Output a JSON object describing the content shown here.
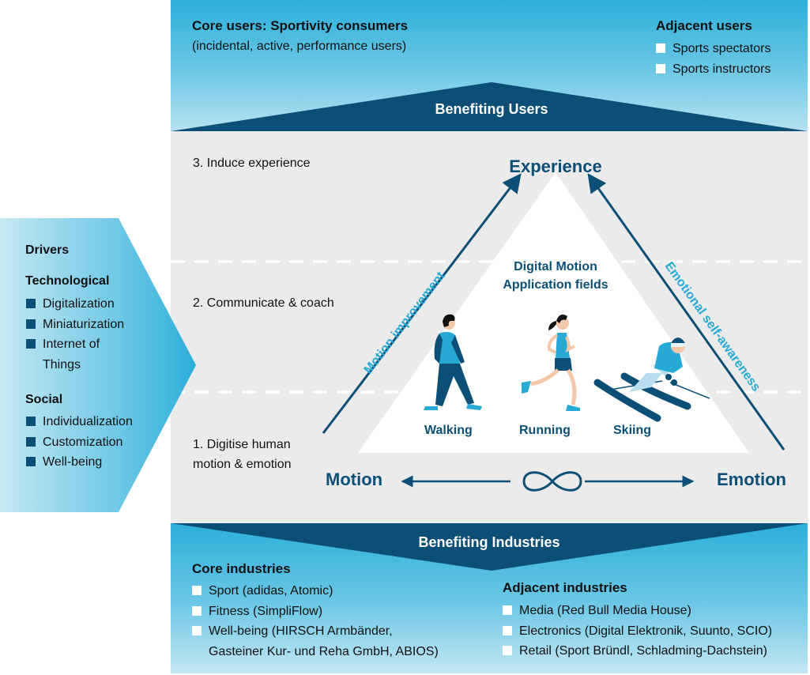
{
  "top": {
    "core_title": "Core users: Sportivity consumers",
    "core_subtitle": "(incidental, active, performance users)",
    "adjacent_title": "Adjacent users",
    "adjacent_items": [
      "Sports spectators",
      "Sports instructors"
    ],
    "banner": "Benefiting Users"
  },
  "drivers": {
    "title": "Drivers",
    "technological_title": "Technological",
    "technological_items": [
      "Digitalization",
      "Miniaturization",
      "Internet of",
      "Things"
    ],
    "social_title": "Social",
    "social_items": [
      "Individualization",
      "Customization",
      "Well-being"
    ]
  },
  "levels": {
    "level3": "3. Induce experience",
    "level2": "2. Communicate & coach",
    "level1_line1": "1. Digitise human",
    "level1_line2": "motion & emotion"
  },
  "triangle": {
    "apex": "Experience",
    "left": "Motion",
    "right": "Emotion",
    "left_edge_label": "Motion improvement",
    "right_edge_label": "Emotional self-awareness",
    "center_title_line1": "Digital Motion",
    "center_title_line2": "Application fields",
    "fields": [
      "Walking",
      "Running",
      "Skiing"
    ],
    "infinity_icon": "infinity-icon"
  },
  "bottom": {
    "banner": "Benefiting Industries",
    "core_title": "Core industries",
    "core_items": [
      "Sport (adidas, Atomic)",
      "Fitness (SimpliFlow)",
      "Well-being (HIRSCH Armbänder,",
      "Gasteiner Kur- und Reha GmbH, ABIOS)"
    ],
    "adjacent_title": "Adjacent industries",
    "adjacent_items": [
      "Media (Red Bull Media House)",
      "Electronics (Digital Elektronik, Suunto, SCIO)",
      "Retail (Sport Bründl, Schladming-Dachstein)"
    ]
  },
  "colors": {
    "navy": "#0c4f76",
    "cyan": "#27a9d6",
    "panel_grey": "#ebebeb"
  }
}
